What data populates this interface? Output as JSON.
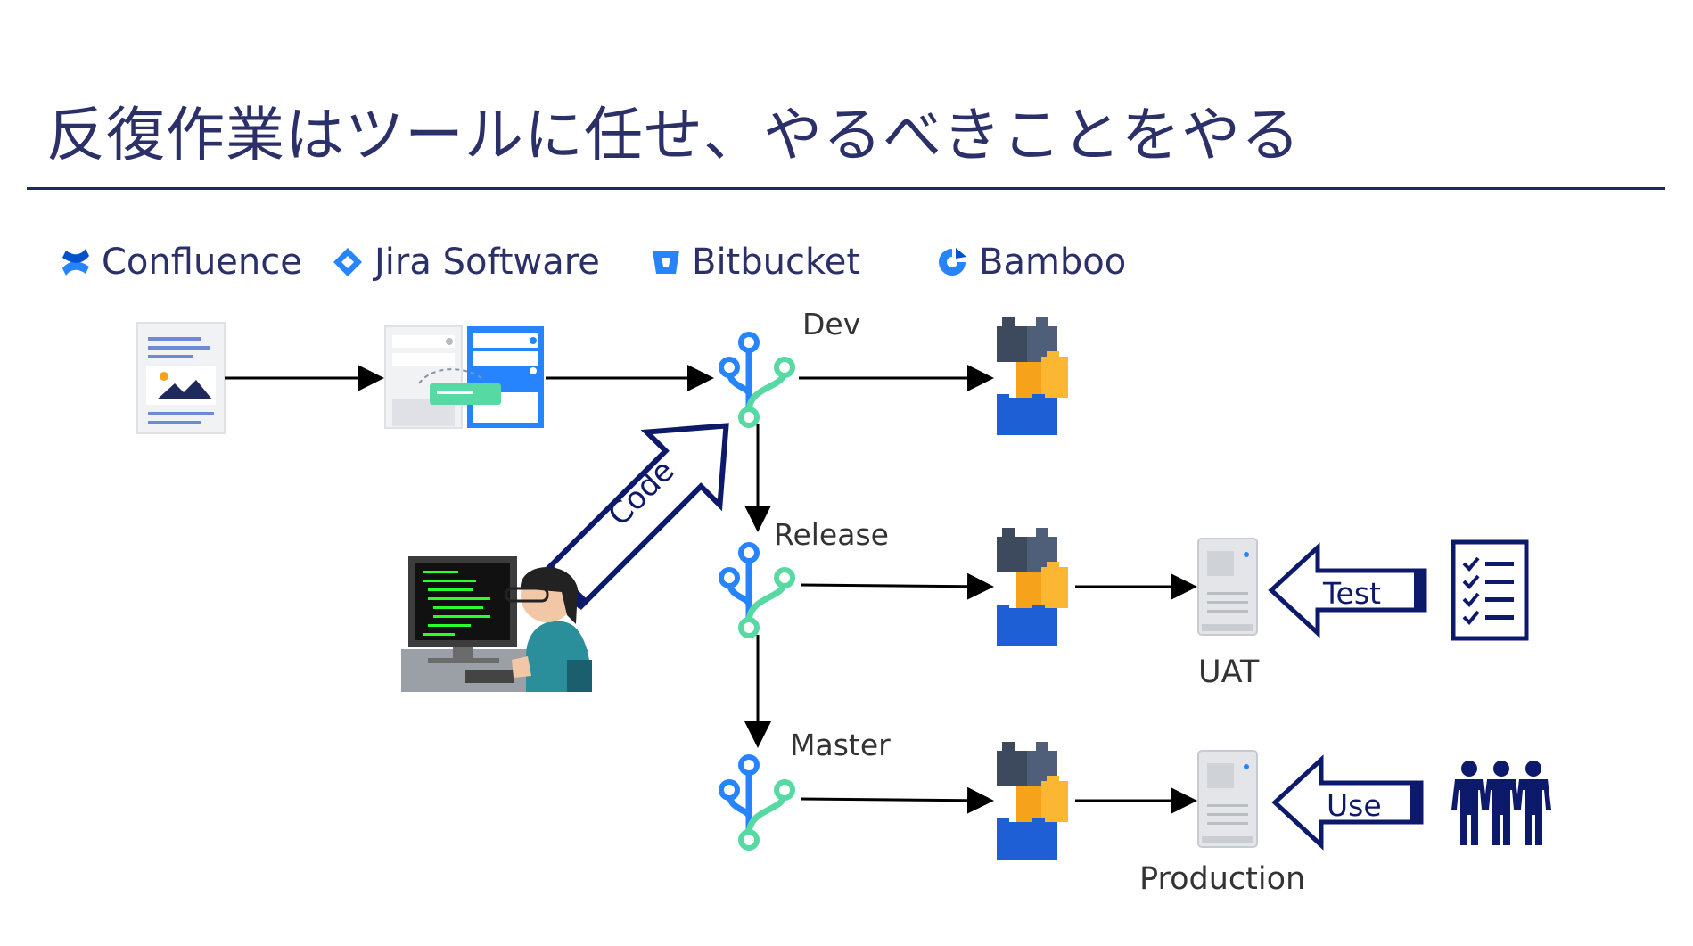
{
  "title": "反復作業はツールに任せ、やるべきことをやる",
  "tools": [
    {
      "name": "Confluence",
      "icon": "confluence-icon"
    },
    {
      "name": "Jira Software",
      "icon": "jira-icon"
    },
    {
      "name": "Bitbucket",
      "icon": "bitbucket-icon"
    },
    {
      "name": "Bamboo",
      "icon": "bamboo-icon"
    }
  ],
  "branches": {
    "dev": "Dev",
    "release": "Release",
    "master": "Master"
  },
  "code_label": "Code",
  "environments": {
    "uat": "UAT",
    "production": "Production"
  },
  "actions": {
    "test": "Test",
    "use": "Use"
  },
  "colors": {
    "title": "#2b3068",
    "rule": "#1f2a5c",
    "navy": "#0d1a6b",
    "atlassian_blue": "#2684ff",
    "branch_green": "#57d9a3"
  }
}
